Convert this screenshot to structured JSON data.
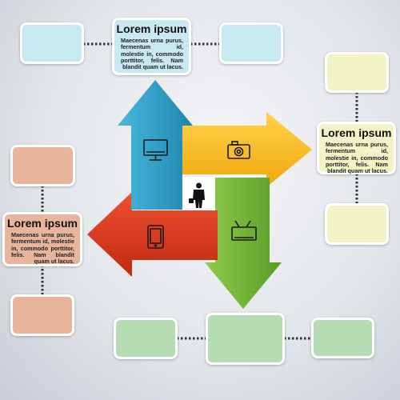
{
  "colors": {
    "blue_box": "#c8e8f2",
    "yellow_box": "#f1f4c6",
    "orange_box": "#e8b59c",
    "green_box": "#b5dcb2",
    "arrow_blue": "#2f9fc6",
    "arrow_yellow": "#f5c01f",
    "arrow_green": "#74b53a",
    "arrow_red": "#d8371c",
    "connector": "#333333"
  },
  "icons": [
    "monitor-icon",
    "camera-icon",
    "tv-icon",
    "tablet-icon",
    "businessman-icon"
  ],
  "boxes": {
    "top": {
      "title": "Lorem ipsum",
      "body": "Maecenas urna purus, fermentum id, molestie in, commodo porttitor, felis. Nam blandit quam ut lacus."
    },
    "right": {
      "title": "Lorem ipsum",
      "body": "Maecenas urna purus, fermentum id, molestie in, commodo porttitor, felis. Nam blandit quam ut lacus."
    },
    "left": {
      "title": "Lorem ipsum",
      "body": "Maecenas urna purus, fermentum id, molestie in, commodo porttitor, felis. Nam blandit quam ut lacus."
    }
  }
}
